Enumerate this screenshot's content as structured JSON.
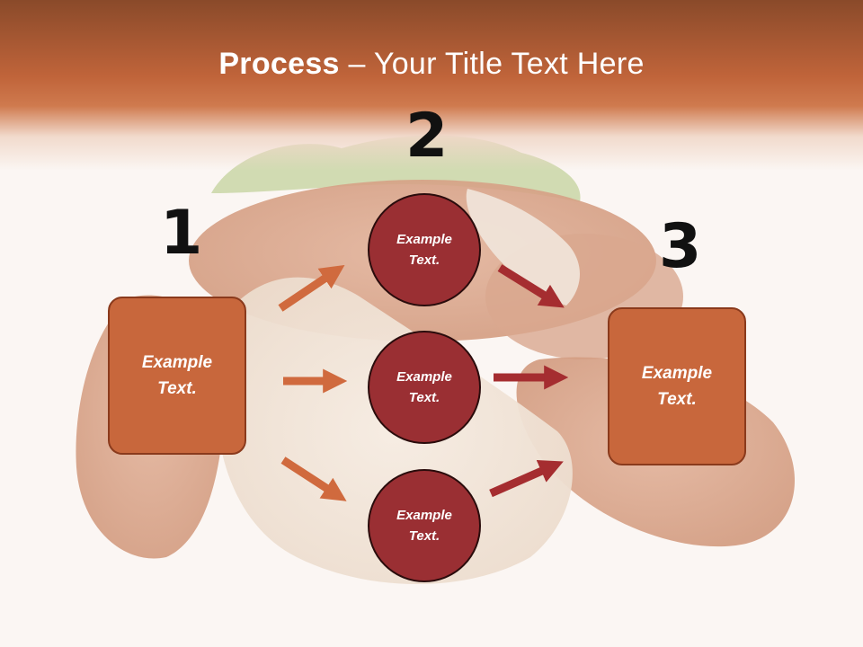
{
  "title": {
    "bold": "Process",
    "rest": " – Your Title Text Here"
  },
  "steps": [
    {
      "number": "1"
    },
    {
      "number": "2"
    },
    {
      "number": "3"
    }
  ],
  "left_box": {
    "line1": "Example",
    "line2": "Text."
  },
  "circles": [
    {
      "line1": "Example",
      "line2": "Text."
    },
    {
      "line1": "Example",
      "line2": "Text."
    },
    {
      "line1": "Example",
      "line2": "Text."
    }
  ],
  "right_box": {
    "line1": "Example",
    "line2": "Text."
  },
  "colors": {
    "banner": "#c0643a",
    "box_fill": "#c8673c",
    "circle_fill": "#9a2f33",
    "arrow_in": "#d06a3e",
    "arrow_out": "#a52d30"
  }
}
